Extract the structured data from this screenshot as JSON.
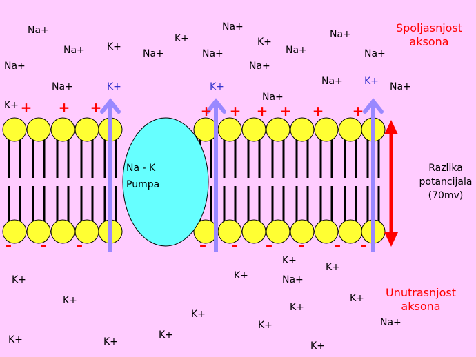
{
  "diagram": {
    "outside_label": [
      "Spoljasnjost",
      "aksona"
    ],
    "inside_label": [
      "Unutrasnjost",
      "aksona"
    ],
    "pump_label": [
      "Na - K",
      "Pumpa"
    ],
    "potential_label": [
      "Razlika",
      "potancijala",
      "(70mv)"
    ],
    "outside_ions": [
      "Na+",
      "Na+",
      "K+",
      "Na+",
      "K+",
      "Na+",
      "K+",
      "Na+",
      "Na+",
      "Na+",
      "Na+",
      "Na+",
      "Na+",
      "Na+",
      "K+",
      "K+",
      "Na+",
      "Na+",
      "K+",
      "Na+",
      "K+"
    ],
    "inside_ions": [
      "K+",
      "K+",
      "K+",
      "K+",
      "K+",
      "K+",
      "K+",
      "K+",
      "Na+",
      "K+",
      "K+",
      "K+",
      "K+",
      "K+",
      "Na+"
    ],
    "plus_sign": "+",
    "minus_sign": "–",
    "colors": {
      "background": "#FFCCFF",
      "lipid_head": "#FFFF33",
      "pump": "#66FFFF",
      "channel_arrow": "#9988FF",
      "potential_arrow": "#FF0000",
      "label_red": "#FF0000",
      "k_channel_ion": "#3333CC"
    }
  }
}
